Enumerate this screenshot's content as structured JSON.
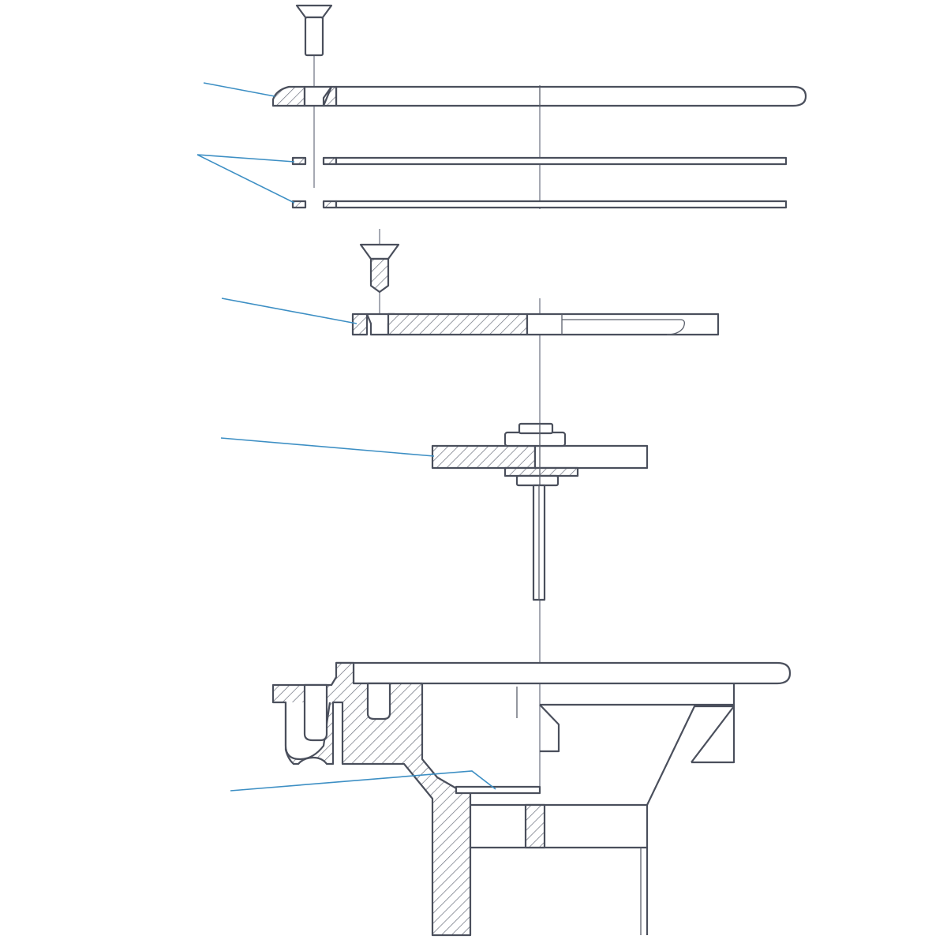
{
  "drawing": {
    "type": "exploded sectional assembly",
    "colors": {
      "outline": "#4a4f5c",
      "hatch": "#6a6f7c",
      "leader_line": "#3d8fc4",
      "background": "#ffffff"
    },
    "parts": [
      {
        "id": "top-screw",
        "kind": "countersunk screw"
      },
      {
        "id": "top-cover-plate",
        "kind": "plate",
        "callout": true
      },
      {
        "id": "gasket-upper",
        "kind": "thin gasket",
        "callout": true
      },
      {
        "id": "gasket-lower",
        "kind": "thin gasket",
        "callout": true
      },
      {
        "id": "threaded-screw",
        "kind": "countersunk screw"
      },
      {
        "id": "retaining-ring",
        "kind": "ring",
        "callout": true
      },
      {
        "id": "valve-disc",
        "kind": "disc on stem",
        "callout": true
      },
      {
        "id": "valve-stem",
        "kind": "stem"
      },
      {
        "id": "drain-body",
        "kind": "housing",
        "callout": true
      }
    ]
  }
}
